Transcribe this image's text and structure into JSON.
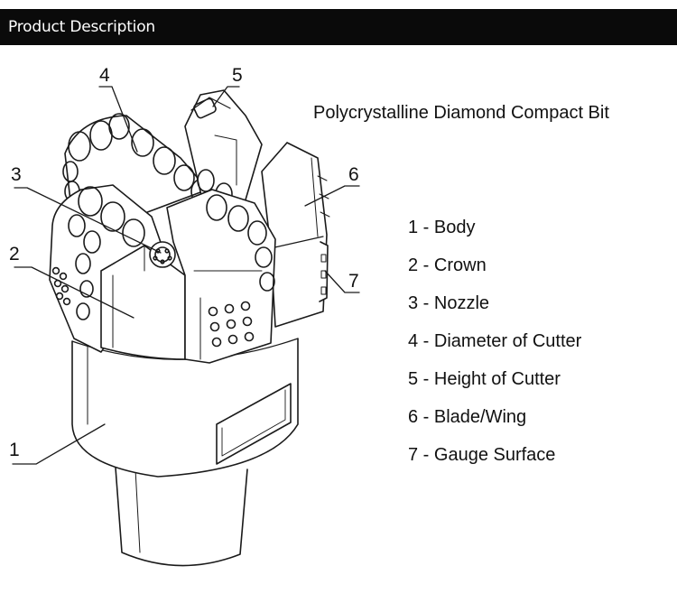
{
  "header": {
    "title": "Product Description"
  },
  "diagram": {
    "title": "Polycrystalline Diamond Compact Bit",
    "callouts": [
      "1",
      "2",
      "3",
      "4",
      "5",
      "6",
      "7"
    ],
    "legend": [
      "1 - Body",
      "2 - Crown",
      "3 - Nozzle",
      "4 - Diameter of Cutter",
      "5 - Height of Cutter",
      "6 - Blade/Wing",
      "7 - Gauge Surface"
    ],
    "colors": {
      "header_bg": "#0a0a0a",
      "header_text": "#ffffff",
      "line": "#1a1a1a",
      "shade": "#bdbdbd"
    }
  }
}
